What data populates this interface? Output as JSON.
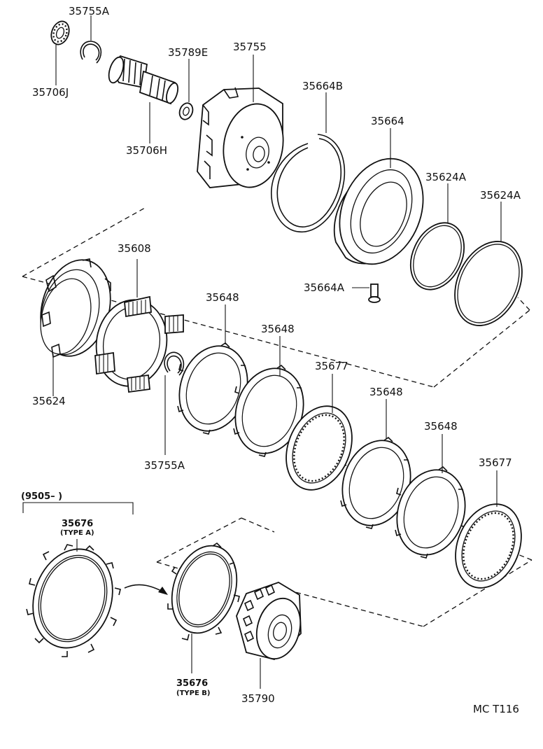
{
  "title": "",
  "diagram_code": "MC T116",
  "effective_note": "(9505–        )",
  "parts": [
    {
      "id": "p_35755A_top",
      "number": "35755A"
    },
    {
      "id": "p_35706J",
      "number": "35706J"
    },
    {
      "id": "p_35789E",
      "number": "35789E"
    },
    {
      "id": "p_35755",
      "number": "35755"
    },
    {
      "id": "p_35706H",
      "number": "35706H"
    },
    {
      "id": "p_35664B",
      "number": "35664B"
    },
    {
      "id": "p_35664",
      "number": "35664"
    },
    {
      "id": "p_35624A_1",
      "number": "35624A"
    },
    {
      "id": "p_35624A_2",
      "number": "35624A"
    },
    {
      "id": "p_35664A",
      "number": "35664A"
    },
    {
      "id": "p_35608",
      "number": "35608"
    },
    {
      "id": "p_35624",
      "number": "35624"
    },
    {
      "id": "p_35755A_bot",
      "number": "35755A"
    },
    {
      "id": "p_35648_1",
      "number": "35648"
    },
    {
      "id": "p_35648_2",
      "number": "35648"
    },
    {
      "id": "p_35677_1",
      "number": "35677"
    },
    {
      "id": "p_35648_3",
      "number": "35648"
    },
    {
      "id": "p_35648_4",
      "number": "35648"
    },
    {
      "id": "p_35677_2",
      "number": "35677"
    },
    {
      "id": "p_35676_A",
      "number": "35676",
      "note": "(TYPE A)"
    },
    {
      "id": "p_35676_B",
      "number": "35676",
      "note": "(TYPE B)"
    },
    {
      "id": "p_35790",
      "number": "35790"
    }
  ]
}
